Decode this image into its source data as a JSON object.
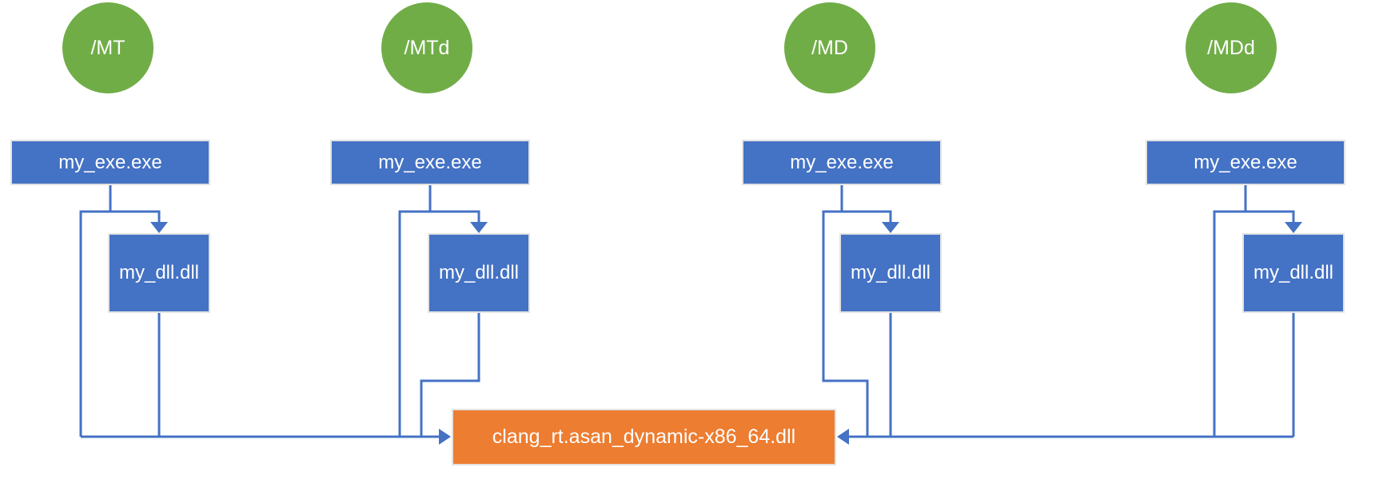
{
  "diagram": {
    "columns": [
      {
        "flag": "/MT",
        "exe": "my_exe.exe",
        "dll": "my_dll.dll"
      },
      {
        "flag": "/MTd",
        "exe": "my_exe.exe",
        "dll": "my_dll.dll"
      },
      {
        "flag": "/MD",
        "exe": "my_exe.exe",
        "dll": "my_dll.dll"
      },
      {
        "flag": "/MDd",
        "exe": "my_exe.exe",
        "dll": "my_dll.dll"
      }
    ],
    "runtime": {
      "label": "clang_rt.asan_dynamic-x86_64.dll"
    }
  },
  "colors": {
    "green": "#70AD47",
    "blue": "#4472C4",
    "orange": "#ED7D31",
    "line": "#4472C4",
    "textOnFill": "#FFFFFF",
    "boxBorder": "#E3E3E3",
    "bg": "#FFFFFF"
  }
}
